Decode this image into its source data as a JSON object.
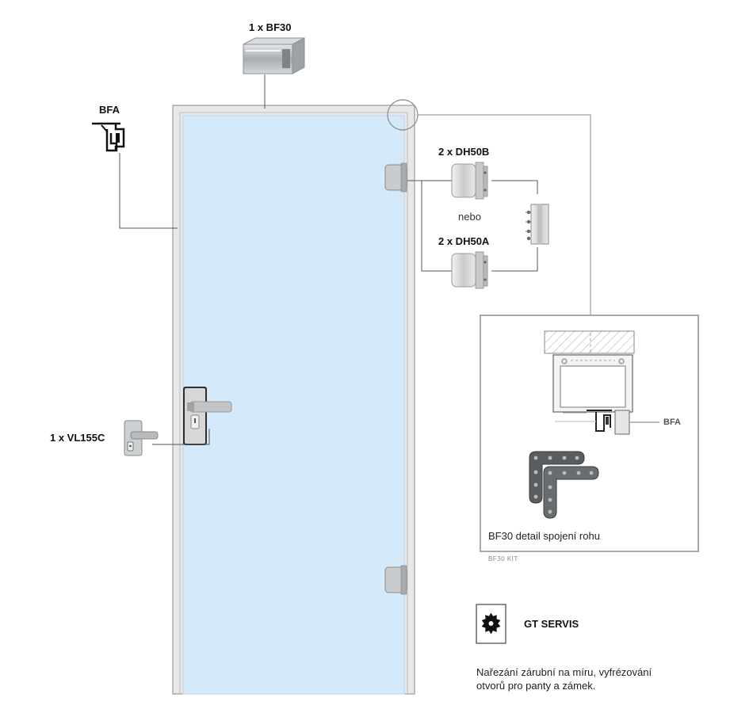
{
  "labels": {
    "bf30": "1 x BF30",
    "bfa": "BFA",
    "dh50b": "2 x DH50B",
    "nebo": "nebo",
    "dh50a": "2 x DH50A",
    "vl155c": "1 x VL155C",
    "detail_bfa": "BFA",
    "detail_caption": "BF30 detail spojení rohu",
    "kit_caption": "BF30 KIT"
  },
  "service": {
    "title": "GT SERVIS",
    "description_line1": "Nařezání zárubní na míru, vyfrézování",
    "description_line2": "otvorů pro panty a zámek.",
    "icon": "saw-blade-icon"
  },
  "colors": {
    "glass": "#d4e9f9",
    "frame": "#e6e6e6",
    "line": "#555555",
    "metal": "#b5b8bb"
  }
}
